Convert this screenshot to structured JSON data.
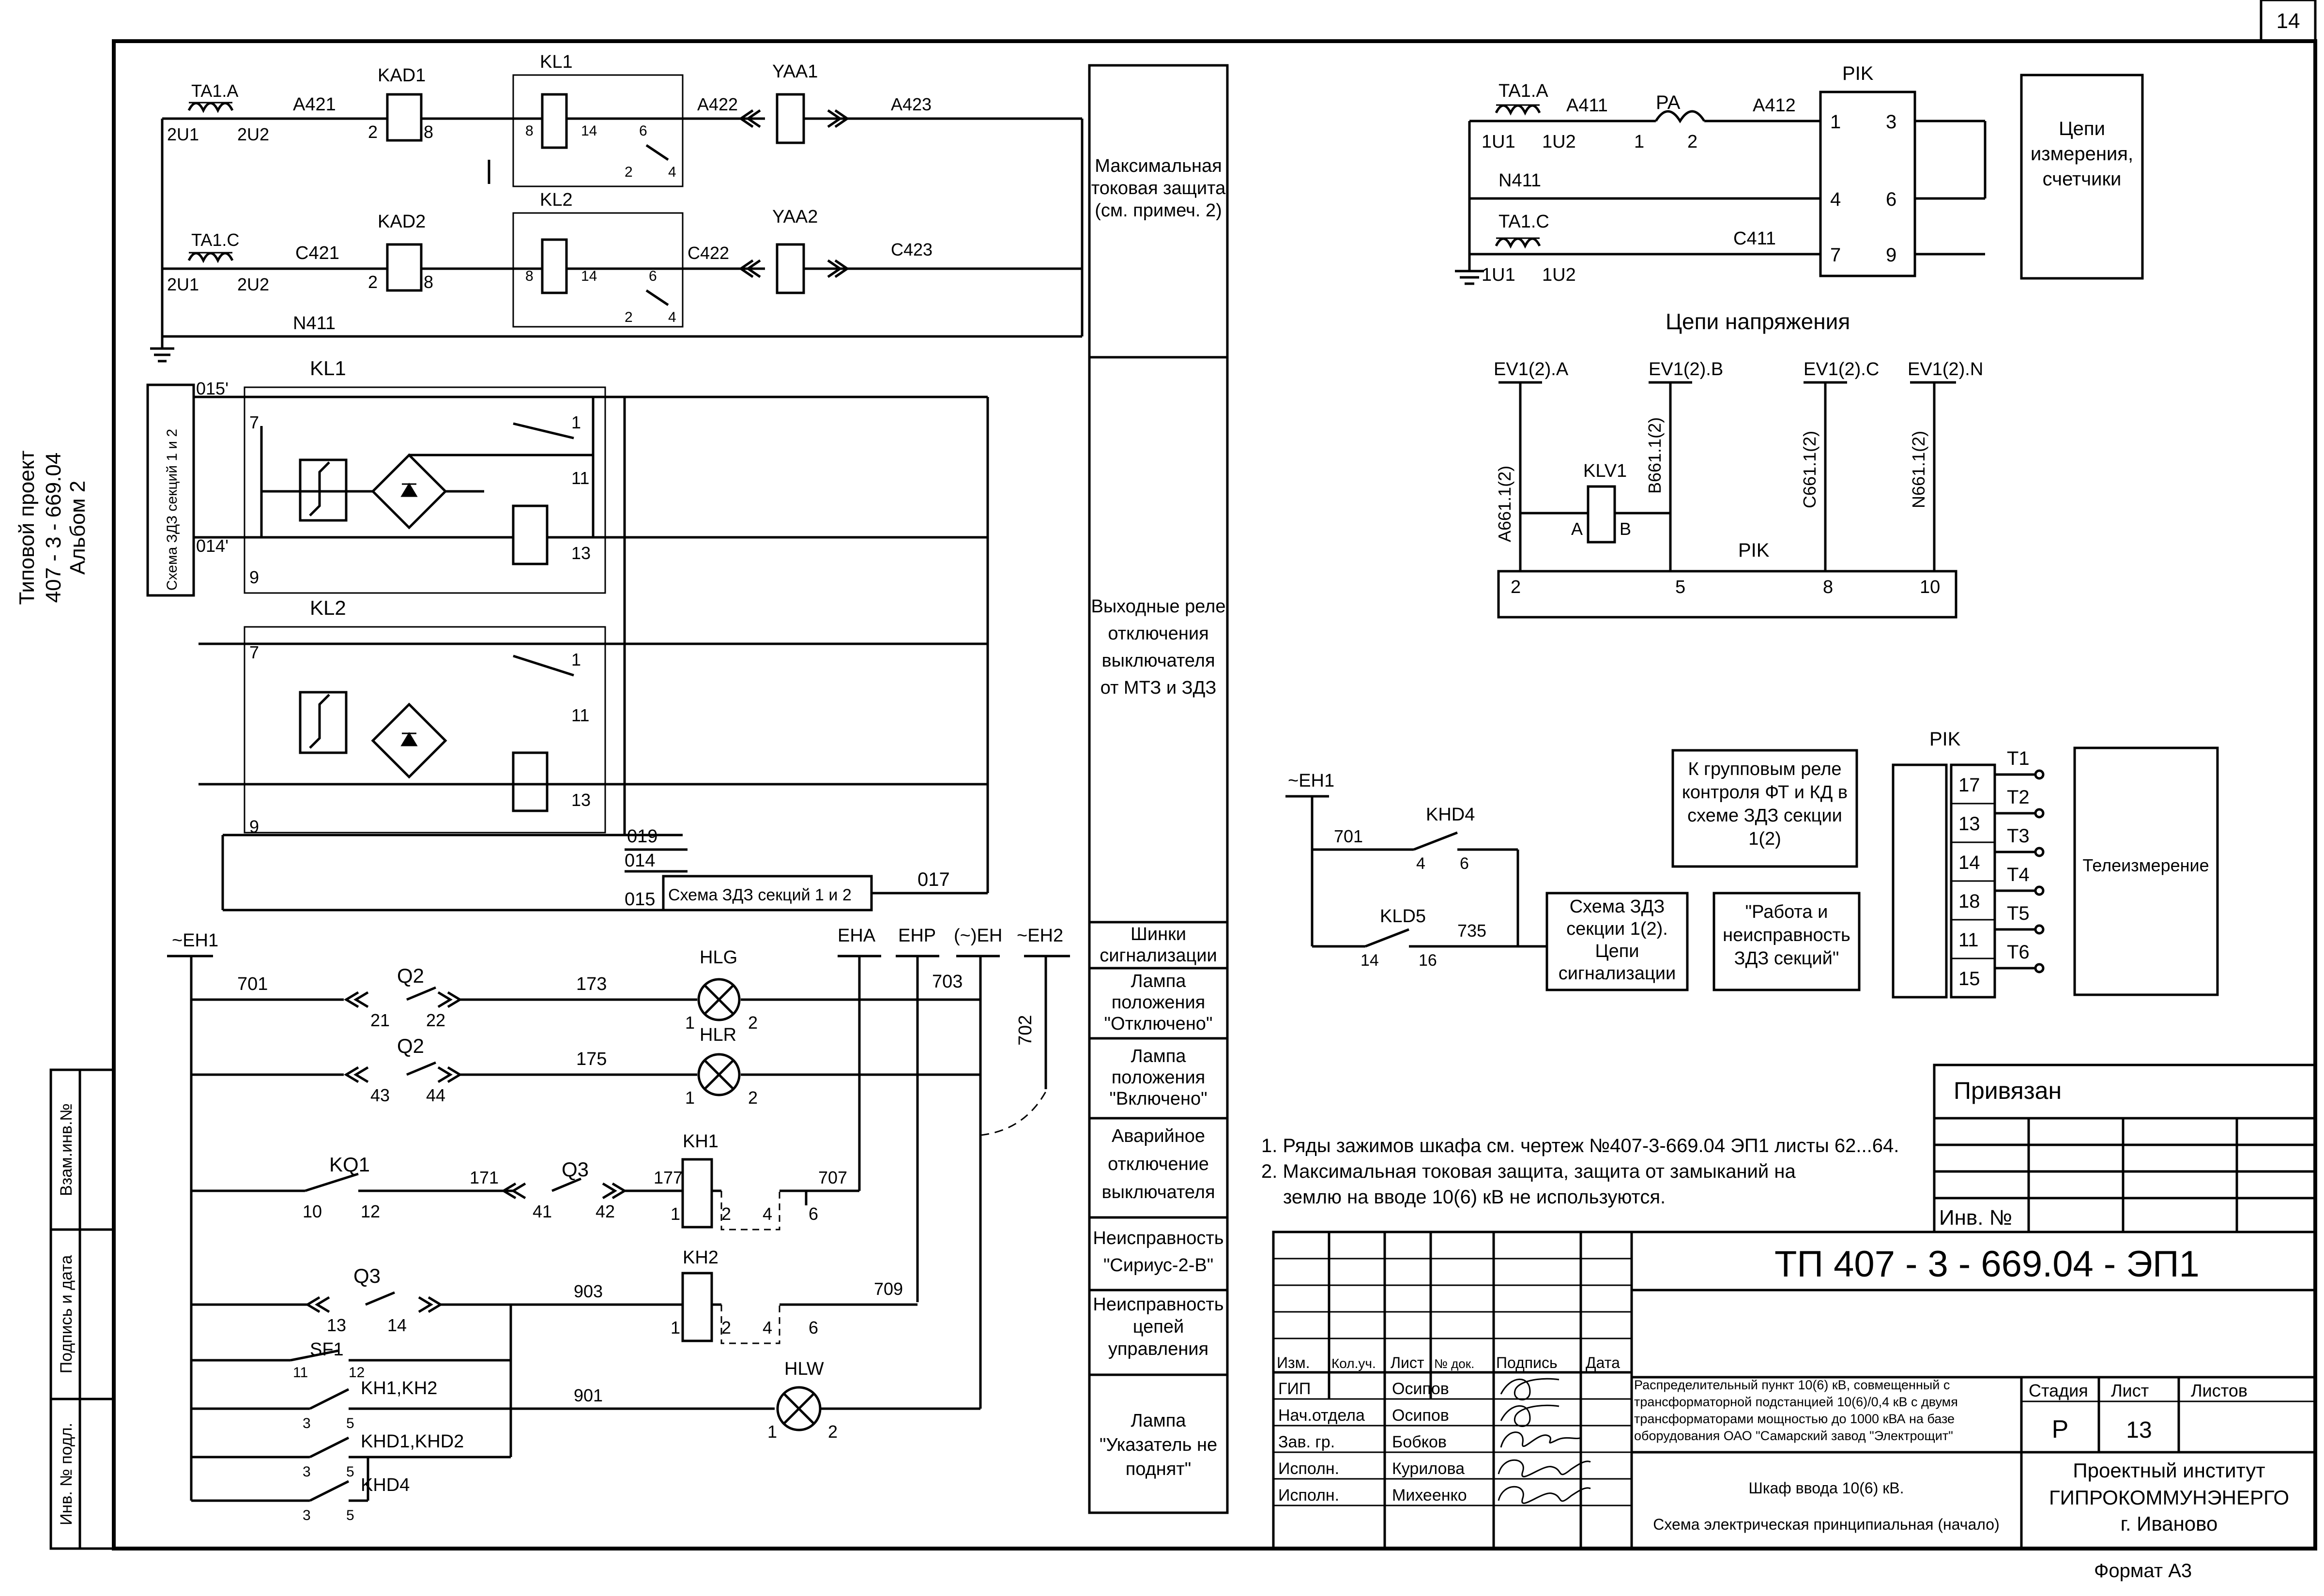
{
  "sheet": {
    "page_number": "14",
    "format": "Формат А3",
    "side_project": [
      "Типовой проект",
      "407 - 3 - 669.04",
      "Альбом 2"
    ],
    "side_stamp": [
      "Взам.инв.№",
      "Подпись и дата",
      "Инв. № подл."
    ]
  },
  "mtz": {
    "ta1a": "TA1.A",
    "ta1c": "TA1.C",
    "u1": "2U1",
    "u2": "2U2",
    "a421": "A421",
    "c421": "C421",
    "kad1": "KAD1",
    "kad2": "KAD2",
    "kl1": "KL1",
    "kl2": "KL2",
    "a422": "A422",
    "c422": "C422",
    "yaa1": "YAA1",
    "yaa2": "YAA2",
    "a423": "A423",
    "c423": "C423",
    "n411": "N411",
    "pins": [
      "2",
      "8",
      "8",
      "14",
      "6",
      "2",
      "4"
    ]
  },
  "output_relays": {
    "kl1": "KL1",
    "kl2": "KL2",
    "wire_015p": "015'",
    "wire_014p": "014'",
    "zdz_vertical": "Схема ЗДЗ секций 1 и 2",
    "zdz_box": "Схема ЗДЗ секций 1 и 2",
    "w019": "019",
    "w014": "014",
    "w015": "015",
    "w017": "017",
    "pins": [
      "7",
      "9",
      "1",
      "11",
      "13"
    ]
  },
  "signal": {
    "eh1": "~EH1",
    "eha": "EHA",
    "ehp": "EHP",
    "eh_bracket": "(~)EH",
    "eh2": "~EH2",
    "w701": "701",
    "w173": "173",
    "w175": "175",
    "w703": "703",
    "w702": "702",
    "w171": "171",
    "w177": "177",
    "w707": "707",
    "w903": "903",
    "w709": "709",
    "w901": "901",
    "q2": "Q2",
    "q3": "Q3",
    "kq1": "KQ1",
    "kh1": "KH1",
    "kh2": "KH2",
    "sf1": "SF1",
    "hlg": "HLG",
    "hlr": "HLR",
    "hlw": "HLW",
    "kh1kh2": "KH1,KH2",
    "khd1khd2": "KHD1,KHD2",
    "khd4": "KHD4"
  },
  "legend_column": [
    "Максимальная токовая защита (см. примеч. 2)",
    "Выходные реле отключения выключателя от МТЗ и ЗДЗ",
    "Шинки сигнализации",
    "Лампа положения \"Отключено\"",
    "Лампа положения \"Включено\"",
    "Аварийное отключение выключателя",
    "Неисправность \"Сириус-2-В\"",
    "Неисправность цепей управления",
    "Лампа \"Указатель не поднят\""
  ],
  "measure": {
    "ta1a": "TA1.A",
    "a411": "A411",
    "pa": "PA",
    "a412": "A412",
    "pik": "PIK",
    "u1": "1U1",
    "u2": "1U2",
    "n411": "N411",
    "ta1c": "TA1.C",
    "c411": "C411",
    "pik_pins": [
      "1",
      "3",
      "4",
      "6",
      "7",
      "9"
    ],
    "pa_pins": [
      "1",
      "2"
    ],
    "box": "Цепи измерения, счетчики"
  },
  "voltage": {
    "title": "Цепи напряжения",
    "buses": [
      "EV1(2).A",
      "EV1(2).B",
      "EV1(2).C",
      "EV1(2).N"
    ],
    "wires": [
      "A661.1(2)",
      "B661.1(2)",
      "C661.1(2)",
      "N661.1(2)"
    ],
    "klv1": "KLV1",
    "a": "A",
    "b": "B",
    "pik": "PIK",
    "pins": [
      "2",
      "5",
      "8",
      "10"
    ]
  },
  "zdz_signal": {
    "eh1": "~EH1",
    "w701": "701",
    "khd4": "KHD4",
    "kld5": "KLD5",
    "w735": "735",
    "pins": [
      "4",
      "6",
      "14",
      "16"
    ],
    "box_zdz": "Схема ЗДЗ секции 1(2). Цепи сигнализации",
    "box_group": "К групповым реле контроля ФТ и КД в схеме ЗДЗ секции 1(2)",
    "box_work": "\"Работа и неисправность ЗДЗ секций\""
  },
  "telemeasure": {
    "pik": "PIK",
    "terminals": [
      "17",
      "13",
      "14",
      "18",
      "11",
      "15"
    ],
    "outputs": [
      "T1",
      "T2",
      "T3",
      "T4",
      "T5",
      "T6"
    ],
    "box": "Телеизмерение"
  },
  "notes": [
    "1. Ряды зажимов шкафа см. чертеж №407-3-669.04 ЭП1 листы 62...64.",
    "2. Максимальная токовая защита, защита от замыканий на",
    "землю на вводе 10(6) кВ не используются."
  ],
  "privyazan": {
    "title": "Привязан",
    "inv": "Инв. №"
  },
  "title_block": {
    "code": "ТП  407 - 3 - 669.04 - ЭП1",
    "headers": [
      "Изм.",
      "Кол.уч.",
      "Лист",
      "№ док.",
      "Подпись",
      "Дата"
    ],
    "roles": [
      "ГИП",
      "Нач.отдела",
      "Зав. гр.",
      "Исполн.",
      "Исполн."
    ],
    "names": [
      "Осипов",
      "Осипов",
      "Бобков",
      "Курилова",
      "Михеенко"
    ],
    "description": [
      "Распределительный пункт 10(6) кВ, совмещенный с",
      "трансформаторной подстанцией 10(6)/0,4 кВ с двумя",
      "трансформаторами мощностью до 1000 кВА на базе",
      "оборудования ОАО \"Самарский завод \"Электрощит\""
    ],
    "sheet_name": "Шкаф ввода 10(6) кВ.",
    "scheme_name": "Схема электрическая принципиальная (начало)",
    "stage_label": "Стадия",
    "sheet_label": "Лист",
    "sheets_label": "Листов",
    "stage": "Р",
    "sheet": "13",
    "org": [
      "Проектный институт",
      "ГИПРОКОММУНЭНЕРГО",
      "г. Иваново"
    ]
  }
}
